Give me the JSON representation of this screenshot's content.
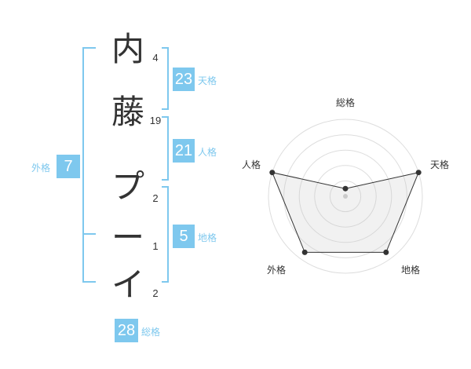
{
  "name": {
    "chars": [
      {
        "char": "内",
        "strokes": "4"
      },
      {
        "char": "藤",
        "strokes": "19"
      },
      {
        "char": "プ",
        "strokes": "2"
      },
      {
        "char": "ー",
        "strokes": "1"
      },
      {
        "char": "イ",
        "strokes": "2"
      }
    ]
  },
  "fortunes": {
    "tenkaku": {
      "value": "23",
      "label": "天格"
    },
    "jinkaku": {
      "value": "21",
      "label": "人格"
    },
    "chikaku": {
      "value": "5",
      "label": "地格"
    },
    "gaikaku": {
      "value": "7",
      "label": "外格"
    },
    "soukaku": {
      "value": "28",
      "label": "総格"
    }
  },
  "colors": {
    "accent": "#7ec8ee",
    "text": "#333333",
    "grid": "#dddddd"
  },
  "chart_data": {
    "type": "radar",
    "axes": [
      "総格",
      "天格",
      "地格",
      "外格",
      "人格"
    ],
    "values": [
      0.1,
      1.0,
      0.9,
      0.9,
      1.0
    ],
    "range": [
      0,
      1
    ],
    "rings": 5
  }
}
